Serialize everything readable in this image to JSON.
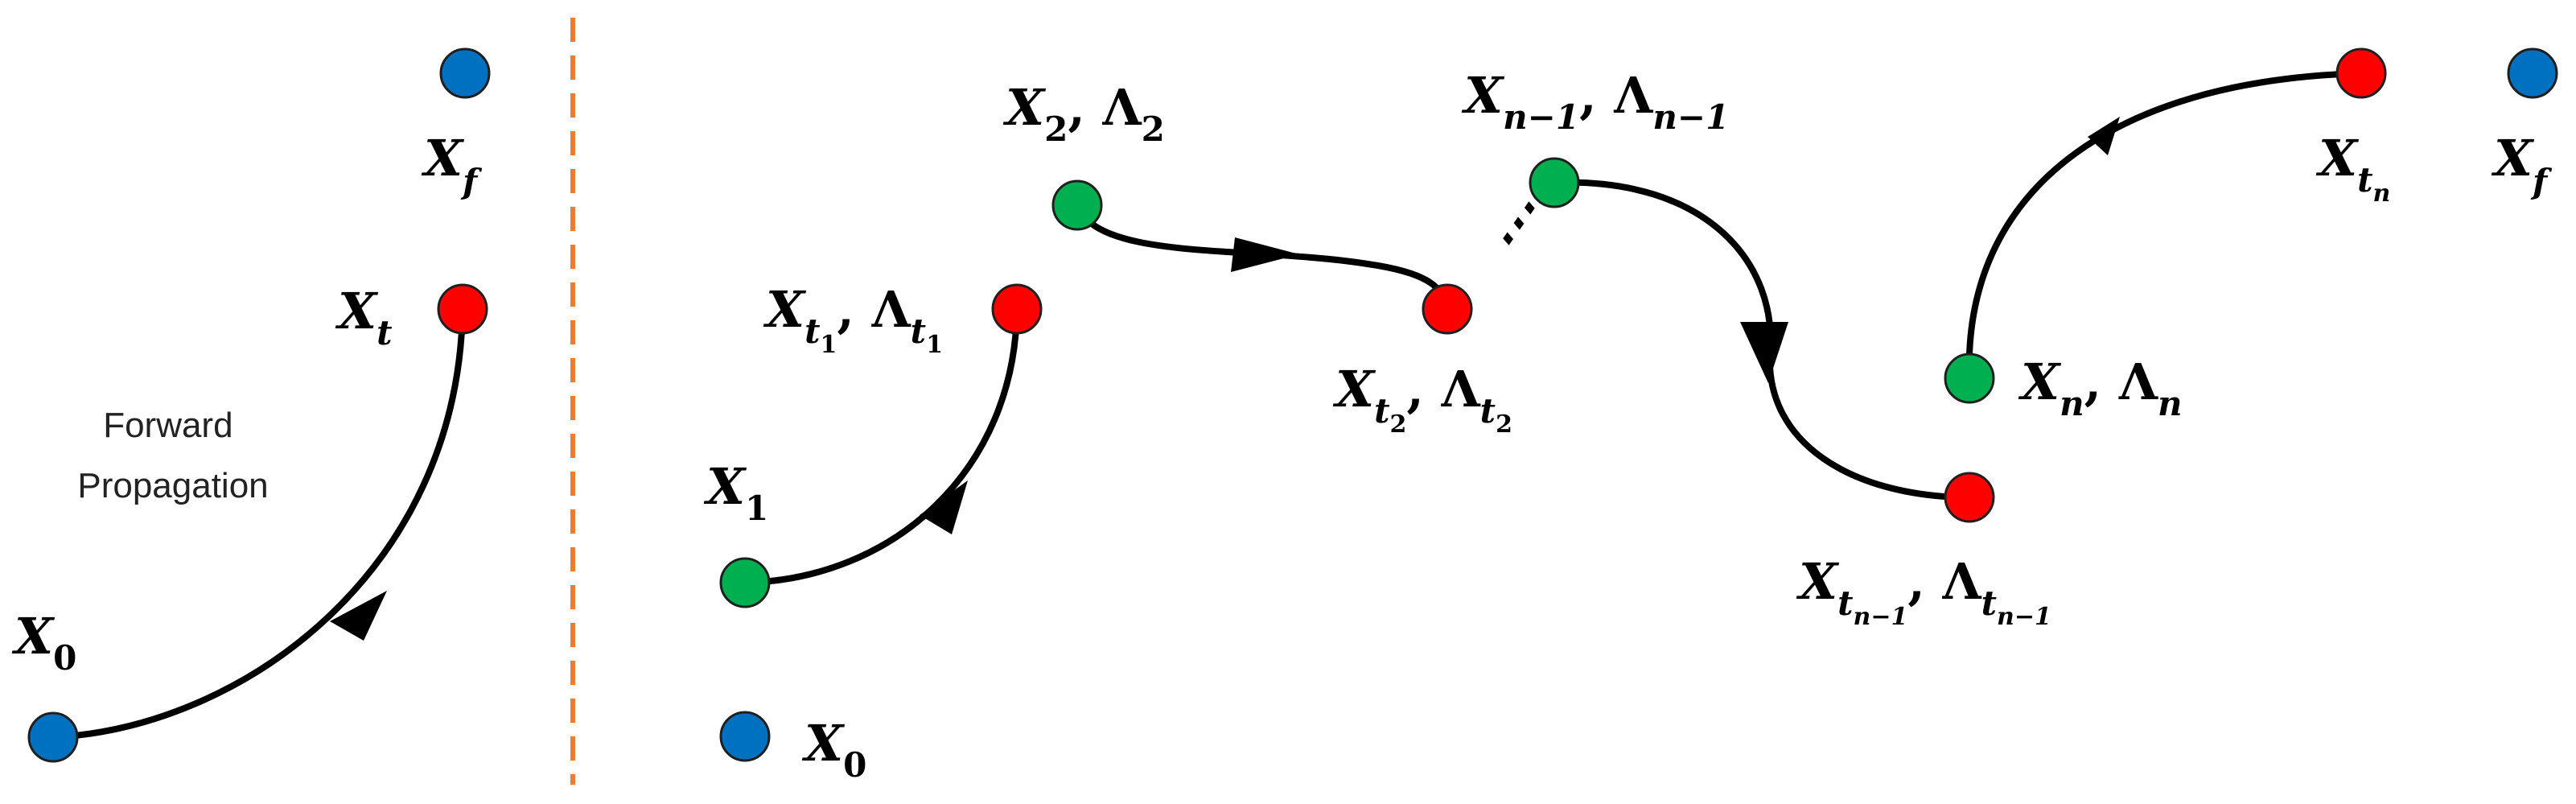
{
  "colors": {
    "origin": "#0070C0",
    "intermediate": "#FF0000",
    "initial": "#00B050",
    "divider": "#ED7D31",
    "ink": "#000000"
  },
  "left_panel": {
    "caption_line1": "Forward",
    "caption_line2": "Propagation",
    "labels": {
      "x0": {
        "base": "X",
        "sub": "0"
      },
      "xt": {
        "base": "X",
        "sub": "t"
      },
      "xf": {
        "base": "X",
        "sub": "f"
      }
    }
  },
  "right_panel": {
    "labels": {
      "x0": {
        "base": "X",
        "sub": "0"
      },
      "x1": {
        "base": "X",
        "sub": "1"
      },
      "xt1": {
        "base": "X",
        "sub": "t",
        "subsub": "1",
        "sep": ", ",
        "base2": "Λ",
        "sub2": "t",
        "subsub2": "1"
      },
      "x2": {
        "base": "X",
        "sub": "2",
        "sep": ", ",
        "base2": "Λ",
        "sub2": "2"
      },
      "xt2": {
        "base": "X",
        "sub": "t",
        "subsub": "2",
        "sep": ", ",
        "base2": "Λ",
        "sub2": "t",
        "subsub2": "2"
      },
      "dots": "⋯",
      "xn1": {
        "base": "X",
        "sub": "n−1",
        "sep": ", ",
        "base2": "Λ",
        "sub2": "n−1"
      },
      "xtn1": {
        "base": "X",
        "sub": "t",
        "subsub": "n−1",
        "sep": ", ",
        "base2": "Λ",
        "sub2": "t",
        "subsub2": "n−1"
      },
      "xn": {
        "base": "X",
        "sub": "n",
        "sep": ", ",
        "base2": "Λ",
        "sub2": "n"
      },
      "xtn": {
        "base": "X",
        "sub": "t",
        "subsub": "n"
      },
      "xf": {
        "base": "X",
        "sub": "f"
      }
    }
  }
}
